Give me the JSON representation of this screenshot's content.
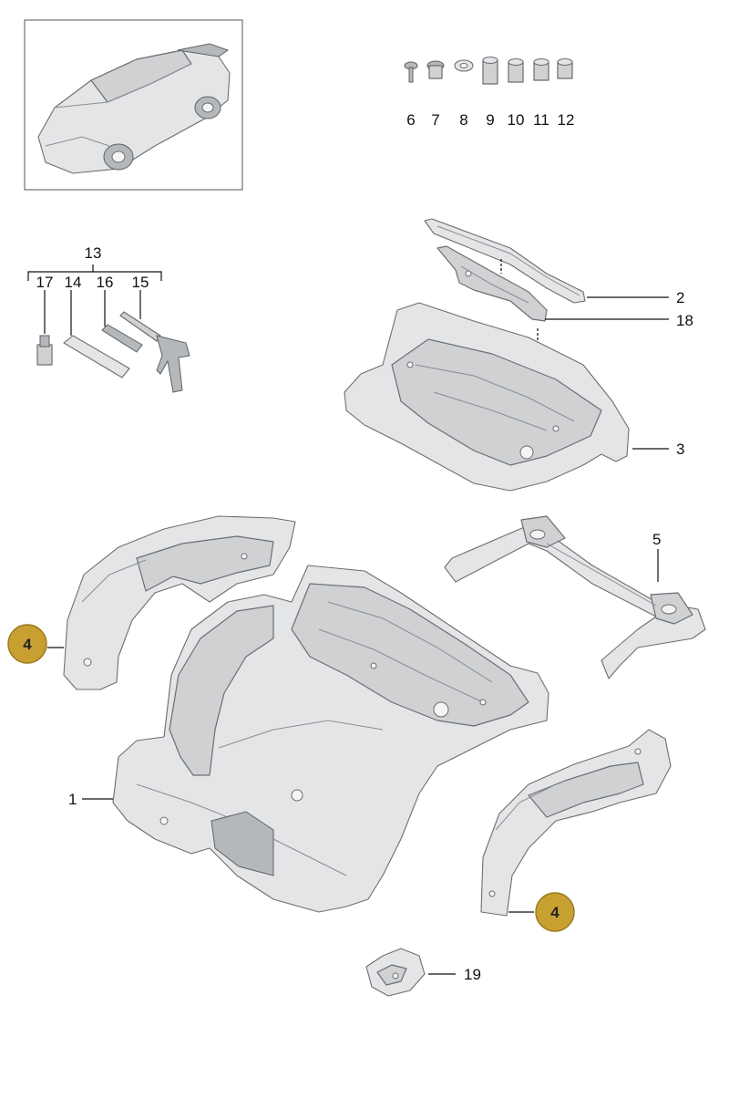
{
  "callouts": {
    "c1": "1",
    "c2": "2",
    "c3": "3",
    "c4a": "4",
    "c4b": "4",
    "c5": "5",
    "c6": "6",
    "c7": "7",
    "c8": "8",
    "c9": "9",
    "c10": "10",
    "c11": "11",
    "c12": "12",
    "c13": "13",
    "c14": "14",
    "c15": "15",
    "c16": "16",
    "c17": "17",
    "c18": "18",
    "c19": "19"
  },
  "colors": {
    "badge_fill": "#c8a032",
    "badge_stroke": "#9a7a1e",
    "part_gray": "#cfd1d3"
  }
}
